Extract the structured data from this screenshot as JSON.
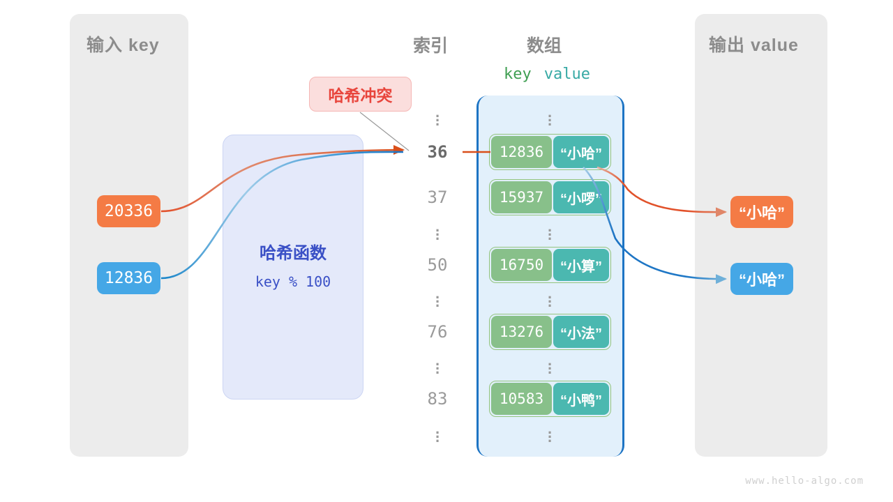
{
  "watermark": "www.hello-algo.com",
  "input_panel": {
    "title": "输入 key",
    "chips": [
      {
        "label": "20336",
        "color": "#f47b45"
      },
      {
        "label": "12836",
        "color": "#45a7e6"
      }
    ]
  },
  "hash_function": {
    "title": "哈希函数",
    "formula": "key % 100"
  },
  "collision": {
    "label": "哈希冲突",
    "color": "#e8453c",
    "background": "#fbdedd"
  },
  "index_column": {
    "heading": "索引",
    "rows": [
      {
        "type": "dots",
        "label": "⋮"
      },
      {
        "type": "index",
        "label": "36",
        "highlight": true
      },
      {
        "type": "index",
        "label": "37",
        "highlight": false
      },
      {
        "type": "dots",
        "label": "⋮"
      },
      {
        "type": "index",
        "label": "50",
        "highlight": false
      },
      {
        "type": "dots",
        "label": "⋮"
      },
      {
        "type": "index",
        "label": "76",
        "highlight": false
      },
      {
        "type": "dots",
        "label": "⋮"
      },
      {
        "type": "index",
        "label": "83",
        "highlight": false
      },
      {
        "type": "dots",
        "label": "⋮"
      }
    ]
  },
  "array_column": {
    "heading": "数组",
    "key_header": "key",
    "value_header": "value",
    "key_header_color": "#3f9e52",
    "value_header_color": "#36a9a4",
    "buckets": [
      {
        "key": "12836",
        "value": "“小哈”"
      },
      {
        "key": "15937",
        "value": "“小啰”"
      },
      {
        "key": "16750",
        "value": "“小算”"
      },
      {
        "key": "13276",
        "value": "“小法”"
      },
      {
        "key": "10583",
        "value": "“小鸭”"
      }
    ],
    "dots": "⋮"
  },
  "output_panel": {
    "title": "输出 value",
    "chips": [
      {
        "label": "“小哈”",
        "color": "#f47b45"
      },
      {
        "label": "“小哈”",
        "color": "#45a7e6"
      }
    ]
  }
}
